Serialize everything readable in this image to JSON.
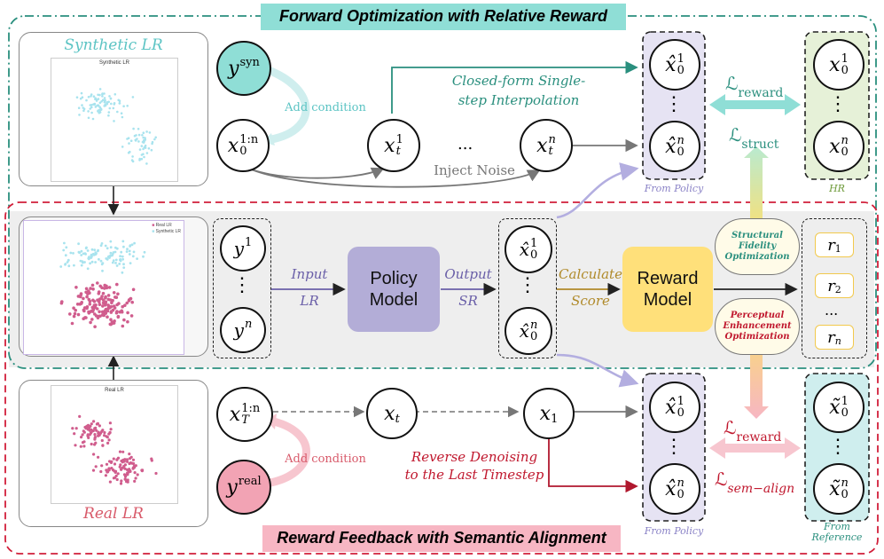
{
  "titles": {
    "top": "Forward Optimization with Relative Reward",
    "bottom": "Reward Feedback with Semantic Alignment"
  },
  "panels": {
    "synthetic_title": "Synthetic LR",
    "synthetic_plot_title": "Synthetic LR",
    "real_title": "Real LR",
    "real_plot_title": "Real LR",
    "mixed_legend": [
      "Real LR",
      "Synthetic LR"
    ]
  },
  "nodes": {
    "y_syn": {
      "base": "y",
      "sup": "syn"
    },
    "x0_1n": {
      "base": "x",
      "sub": "0",
      "sup": "1:n"
    },
    "xt_1": {
      "base": "x",
      "sub": "t",
      "sup": "1"
    },
    "xt_n": {
      "base": "x",
      "sub": "t",
      "sup": "n"
    },
    "y_real": {
      "base": "y",
      "sup": "real"
    },
    "xT_1n": {
      "base": "x",
      "sub": "T",
      "sup": "1:n"
    },
    "x_t": {
      "base": "x",
      "sub": "t"
    },
    "x_1": {
      "base": "x",
      "sub": "1"
    },
    "y1": {
      "base": "y",
      "sup": "1"
    },
    "yn": {
      "base": "y",
      "sup": "n"
    },
    "xhat_1": {
      "base": "x̂",
      "sub": "0",
      "sup": "1"
    },
    "xhat_n": {
      "base": "x̂",
      "sub": "0",
      "sup": "n"
    },
    "hr_1": {
      "base": "x",
      "sub": "0",
      "sup": "1"
    },
    "hr_n": {
      "base": "x",
      "sub": "0",
      "sup": "n"
    },
    "ref_1": {
      "base": "x̃",
      "sub": "0",
      "sup": "1"
    },
    "ref_n": {
      "base": "x̃",
      "sub": "0",
      "sup": "n"
    }
  },
  "labels": {
    "add_condition_top": "Add condition",
    "add_condition_bottom": "Add condition",
    "closed_form_line1": "Closed-form Single-",
    "closed_form_line2": "step Interpolation",
    "inject_noise": "Inject Noise",
    "ellipsis": "...",
    "from_policy_top": "From Policy",
    "from_policy_bottom": "From Policy",
    "hr": "HR",
    "from_reference_1": "From",
    "from_reference_2": "Reference",
    "input_1": "Input",
    "input_2": "LR",
    "output_1": "Output",
    "output_2": "SR",
    "calculate_1": "Calculate",
    "calculate_2": "Score",
    "reverse_1": "Reverse Denoising",
    "reverse_2": "to the Last Timestep"
  },
  "models": {
    "policy": [
      "Policy",
      "Model"
    ],
    "reward": [
      "Reward",
      "Model"
    ]
  },
  "clouds": {
    "structural": [
      "Structural",
      "Fidelity",
      "Optimization"
    ],
    "perceptual": [
      "Perceptual",
      "Enhancement",
      "Optimization"
    ]
  },
  "rewards": [
    {
      "base": "r",
      "sub": "1"
    },
    {
      "base": "r",
      "sub": "2"
    },
    {
      "base": "r",
      "sub": "n"
    }
  ],
  "losses": {
    "reward_top": {
      "base": "ℒ",
      "sub": "reward"
    },
    "struct": {
      "base": "ℒ",
      "sub": "struct"
    },
    "reward_bottom": {
      "base": "ℒ",
      "sub": "reward"
    },
    "sem_align": {
      "base": "ℒ",
      "sub": "sem−align"
    }
  },
  "colors": {
    "teal": "#2a8f7e",
    "teal_header": "#8fded6",
    "red": "#d11f3a",
    "pink_header": "#f7b6c3",
    "purple_box": "#e6e3f3",
    "green_box": "#e6f1d8",
    "cyan_box": "#cfeeee",
    "policy_model": "#b3add7",
    "reward_model": "#ffe07a",
    "syn_points": "#a8e3ee",
    "real_points": "#d05d8d"
  }
}
